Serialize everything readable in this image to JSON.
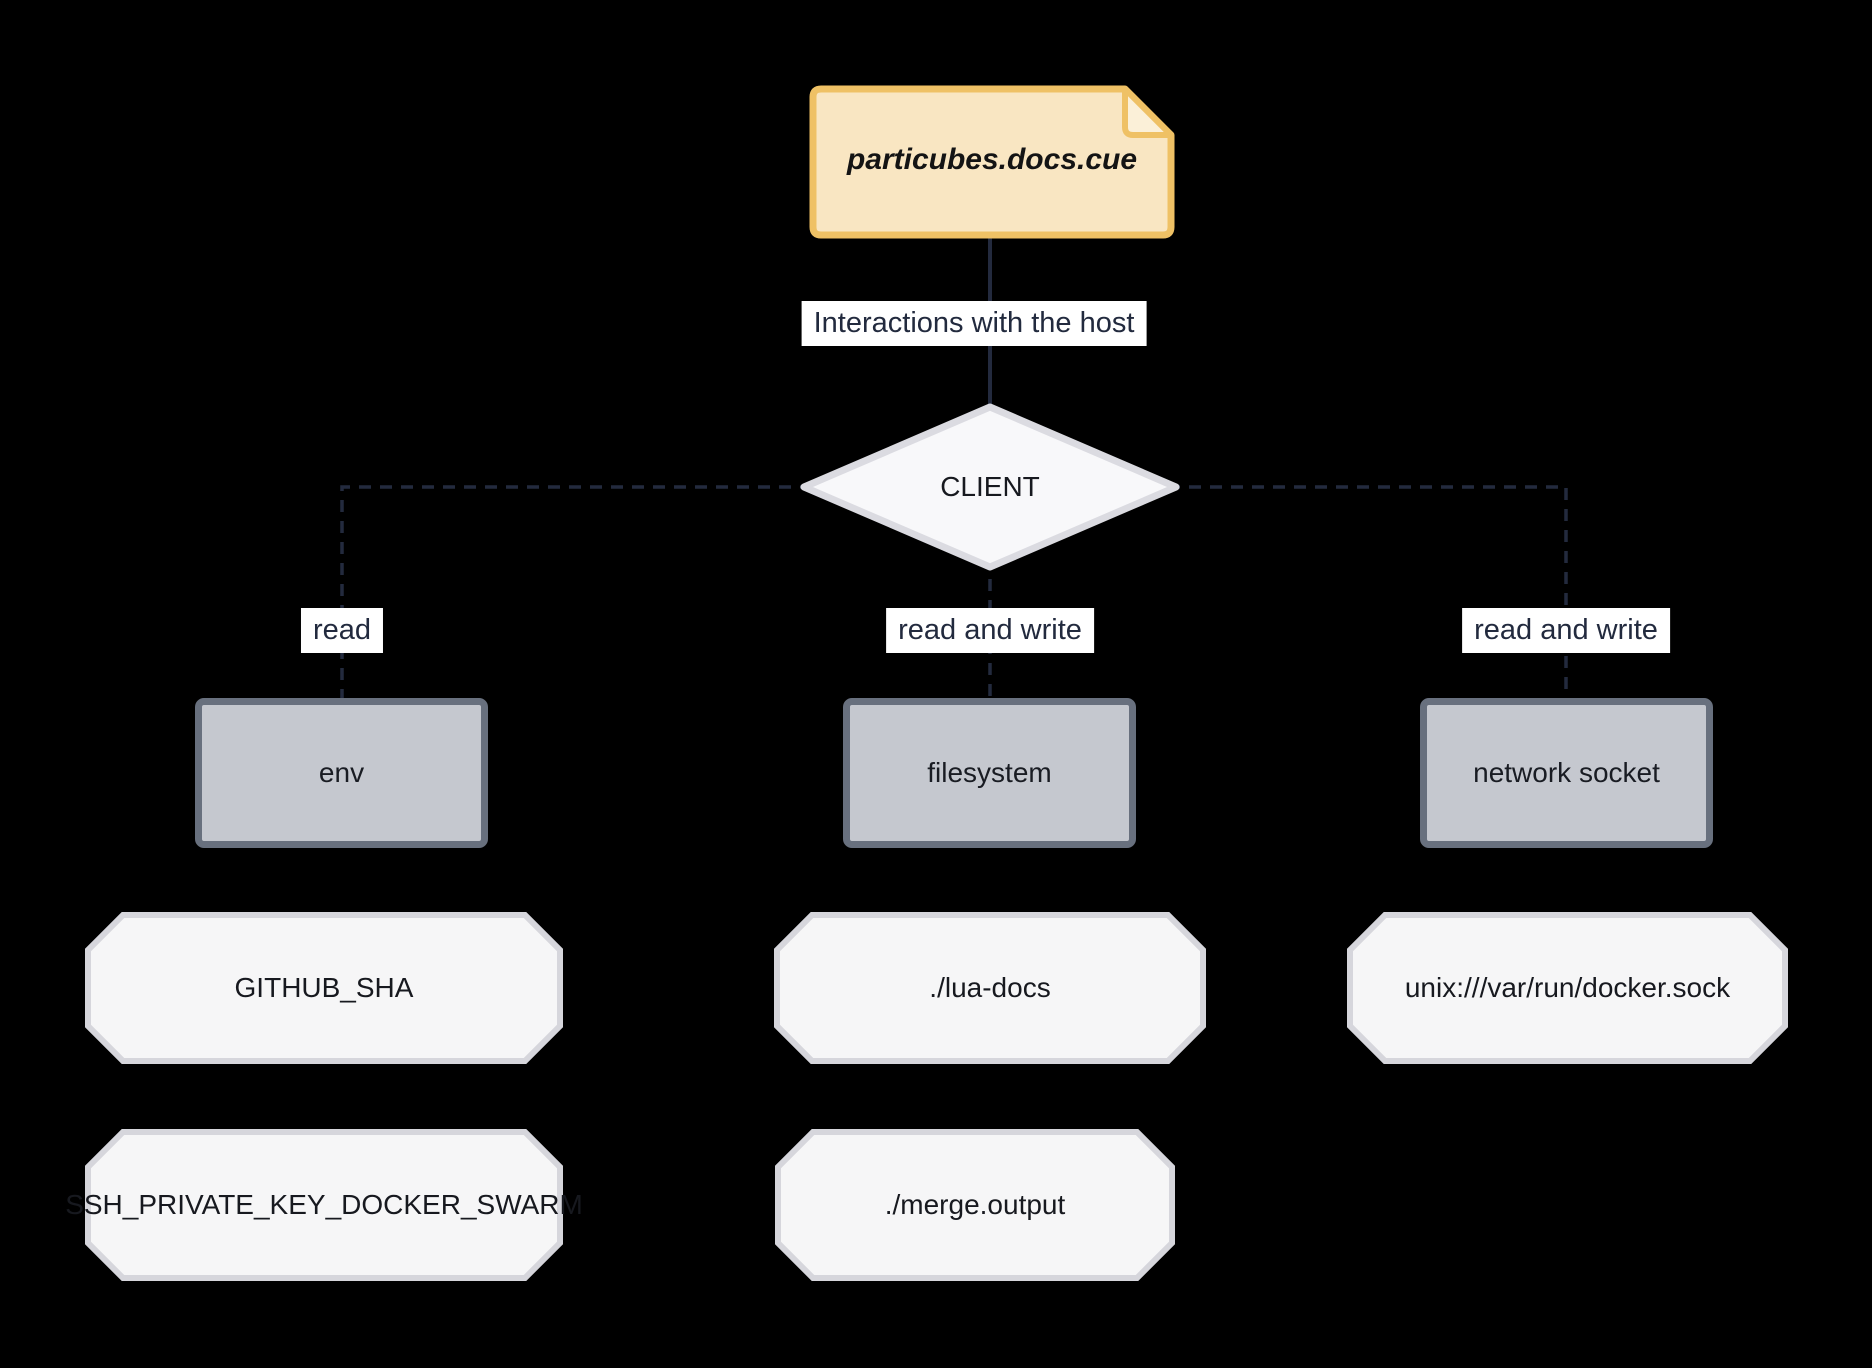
{
  "diagram": {
    "title_node": "particubes.docs.cue",
    "client_node": "CLIENT",
    "edges": {
      "host": "Interactions with the host",
      "env": "read",
      "filesystem": "read and write",
      "network": "read and write"
    },
    "hosts": [
      {
        "name": "env",
        "values": [
          "GITHUB_SHA",
          "SSH_PRIVATE_KEY_DOCKER_SWARM"
        ]
      },
      {
        "name": "filesystem",
        "values": [
          "./lua-docs",
          "./merge.output"
        ]
      },
      {
        "name": "network socket",
        "values": [
          "unix:///var/run/docker.sock"
        ]
      }
    ],
    "colors": {
      "background": "#000000",
      "file_fill": "#F9E6C2",
      "file_border": "#EFC165",
      "file_fold_fill": "#FBF0D8",
      "client_fill": "#F8F8FA",
      "client_border": "#DBDBE1",
      "resource_fill": "#C5C8CF",
      "resource_border": "#68707E",
      "value_fill": "#F6F6F7",
      "value_border": "#D6D6DC",
      "line": "#232A3E",
      "label_bg": "#FFFFFF",
      "label_text": "#222A3E"
    }
  }
}
